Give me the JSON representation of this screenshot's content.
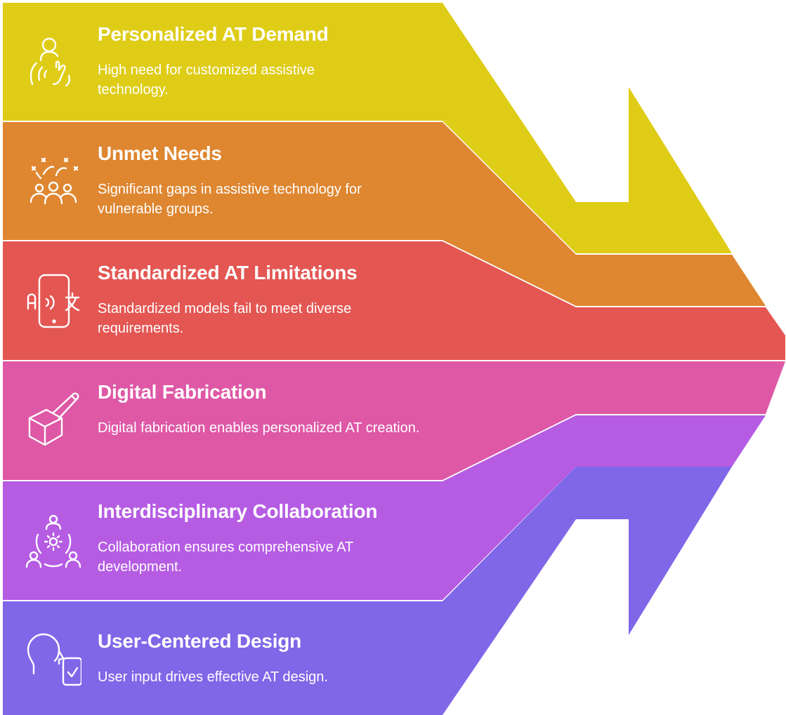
{
  "colors": {
    "yellow": "#DFCC16",
    "orange": "#DE8630",
    "red": "#E35652",
    "pink": "#DE58A6",
    "purple": "#B55CE3",
    "indigo": "#7F67E8",
    "text": "#FFFFFF"
  },
  "bands": [
    {
      "title": "Personalized AT Demand",
      "description": "High need for customized assistive technology.",
      "icon": "person-touch-icon"
    },
    {
      "title": "Unmet Needs",
      "description": "Significant gaps in assistive technology for vulnerable groups.",
      "icon": "group-gaps-icon"
    },
    {
      "title": "Standardized AT Limitations",
      "description": "Standardized models fail to meet diverse requirements.",
      "icon": "phone-translate-icon"
    },
    {
      "title": "Digital Fabrication",
      "description": "Digital fabrication enables personalized AT creation.",
      "icon": "box-pen-icon"
    },
    {
      "title": "Interdisciplinary Collaboration",
      "description": "Collaboration ensures comprehensive AT development.",
      "icon": "team-gear-icon"
    },
    {
      "title": "User-Centered Design",
      "description": "User input drives effective AT design.",
      "icon": "head-phone-icon"
    }
  ]
}
